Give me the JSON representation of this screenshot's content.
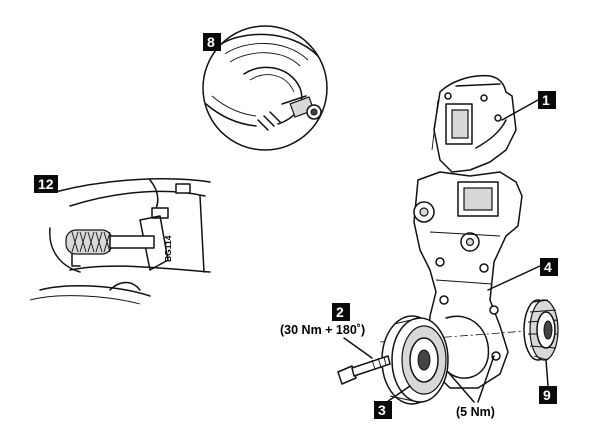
{
  "callouts": {
    "c1": "1",
    "c2": "2",
    "c3": "3",
    "c4": "4",
    "c8": "8",
    "c9": "9",
    "c12": "12"
  },
  "torques": {
    "bolt": "(30 Nm + 180˚)",
    "cover_bolts": "(5 Nm)"
  },
  "tool_code": "BG114"
}
